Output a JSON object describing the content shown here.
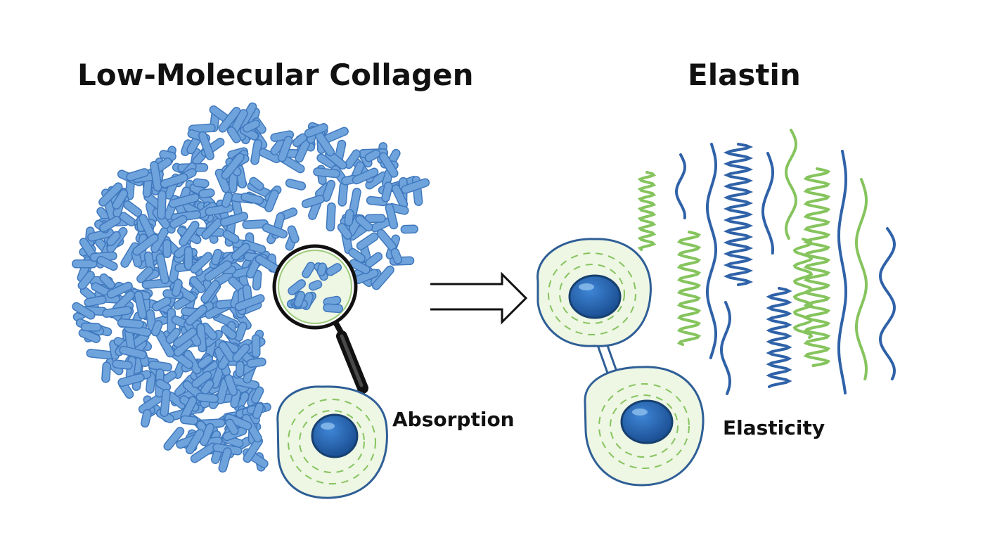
{
  "titles": {
    "left": "Low-Molecular Collagen",
    "right": "Elastin"
  },
  "labels": {
    "absorption": "Absorption",
    "elasticity": "Elasticity"
  },
  "colors": {
    "fragment_fill": "#6fa3dc",
    "fragment_stroke": "#3f78bd",
    "fiber_blue": "#2f62a8",
    "fiber_green": "#86c45e",
    "cell_fill": "#eef6e4",
    "cell_stroke": "#2e5f96",
    "nucleus": "#1f5ea8"
  },
  "icons": [
    "magnifier-icon",
    "arrow-right-icon"
  ]
}
